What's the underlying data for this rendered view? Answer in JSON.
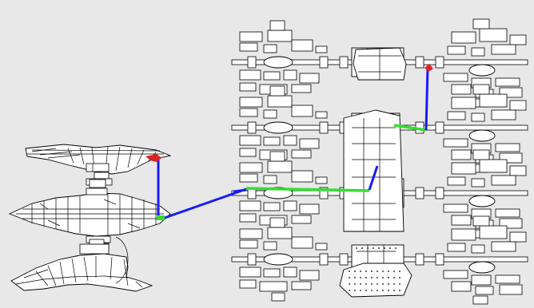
{
  "map": {
    "background_color": "#e8e8e8",
    "floorplan_fill": "#ffffff",
    "floorplan_stroke": "#000000",
    "route_vertical_color": "#1a1aff",
    "route_horizontal_color": "#33dd33",
    "endpoint_color": "#dd2222",
    "left_building": {
      "floors": 3
    },
    "right_building": {
      "floors": 4,
      "wings": 3
    },
    "route": {
      "segments": [
        "vertical",
        "connector",
        "horizontal",
        "vertical",
        "horizontal",
        "vertical"
      ],
      "start_marker": "red-arrow",
      "end_marker": "red-arrow"
    }
  }
}
